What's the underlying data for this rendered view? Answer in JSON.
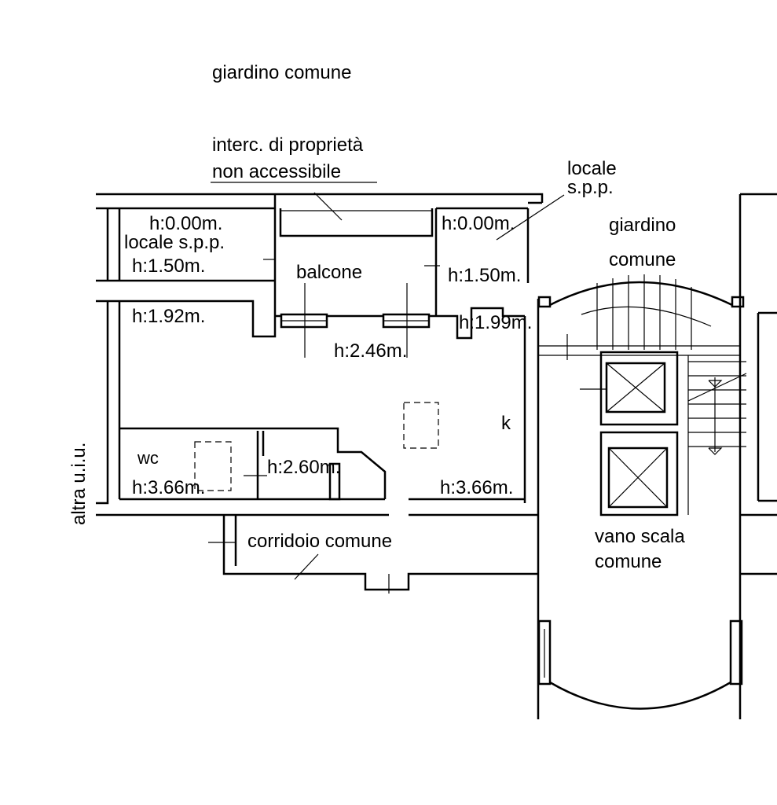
{
  "labels": {
    "giardino_top": "giardino comune",
    "interc_line1": "interc. di proprietà",
    "interc_line2": "non accessibile",
    "locale_right_line1": "locale",
    "locale_right_line2": "s.p.p.",
    "giardino_right_line1": "giardino",
    "giardino_right_line2": "comune",
    "h_left_top": "h:0.00m.",
    "locale_left": "locale s.p.p.",
    "h_left_150": "h:1.50m.",
    "balcone": "balcone",
    "h_right_top": "h:0.00m.",
    "h_right_150": "h:1.50m.",
    "h_192": "h:1.92m.",
    "h_246": "h:2.46m.",
    "h_199": "h:1.99m.",
    "k": "k",
    "wc": "wc",
    "h_260": "h:2.60m.",
    "h_366_left": "h:3.66m.",
    "h_366_right": "h:3.66m.",
    "altra": "altra u.i.u.",
    "corridoio": "corridoio comune",
    "vano_line1": "vano scala",
    "vano_line2": "comune"
  }
}
